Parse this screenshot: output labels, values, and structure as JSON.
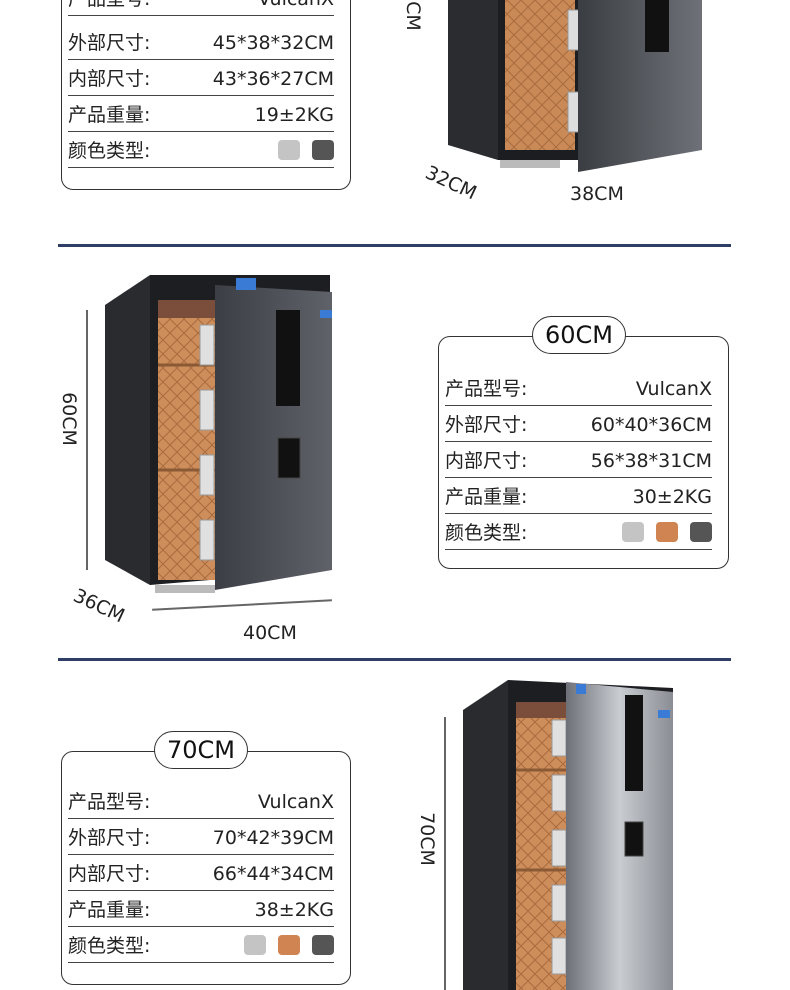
{
  "labels": {
    "model": "产品型号:",
    "outer": "外部尺寸:",
    "inner": "内部尺寸:",
    "weight": "产品重量:",
    "color": "颜色类型:"
  },
  "products": [
    {
      "model": "VulcanX",
      "outer": "45*38*32CM",
      "inner": "43*36*27CM",
      "weight": "19±2KG",
      "colors": [
        "#c4c4c4",
        "#555555"
      ],
      "dims": {
        "height": "CM",
        "depth": "32CM",
        "width": "38CM"
      }
    },
    {
      "size": "60CM",
      "model": "VulcanX",
      "outer": "60*40*36CM",
      "inner": "56*38*31CM",
      "weight": "30±2KG",
      "colors": [
        "#c4c4c4",
        "#cf8451",
        "#555555"
      ],
      "dims": {
        "height": "60CM",
        "depth": "36CM",
        "width": "40CM"
      }
    },
    {
      "size": "70CM",
      "model": "VulcanX",
      "outer": "70*42*39CM",
      "inner": "66*44*34CM",
      "weight": "38±2KG",
      "colors": [
        "#c4c4c4",
        "#cf8451",
        "#555555"
      ],
      "dims": {
        "height": "70CM"
      }
    }
  ]
}
